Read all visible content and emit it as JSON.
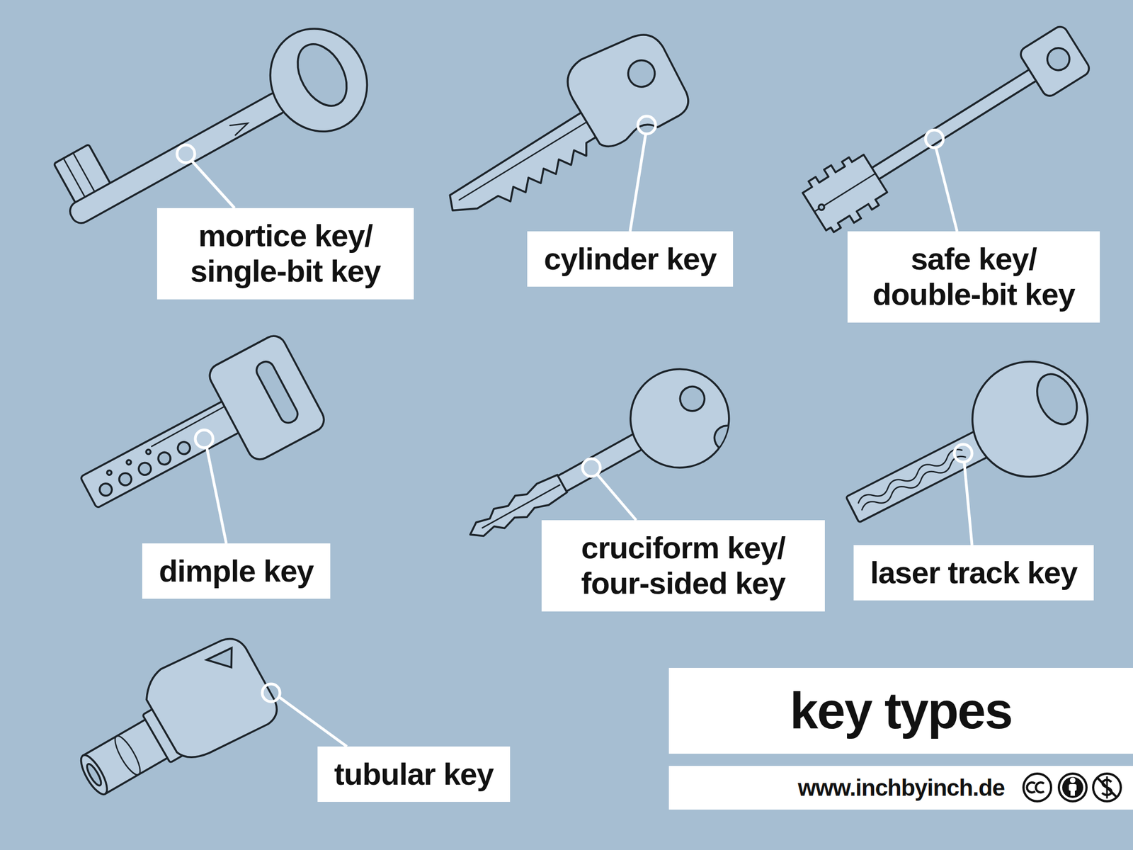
{
  "diagram": {
    "title": "key types",
    "labels": [
      "mortice key/ single-bit key",
      "cylinder key",
      "safe key/ double-bit key",
      "dimple key",
      "cruciform key/ four-sided key",
      "laser track key",
      "tubular key",
      "www.inchbyinch.de"
    ]
  }
}
